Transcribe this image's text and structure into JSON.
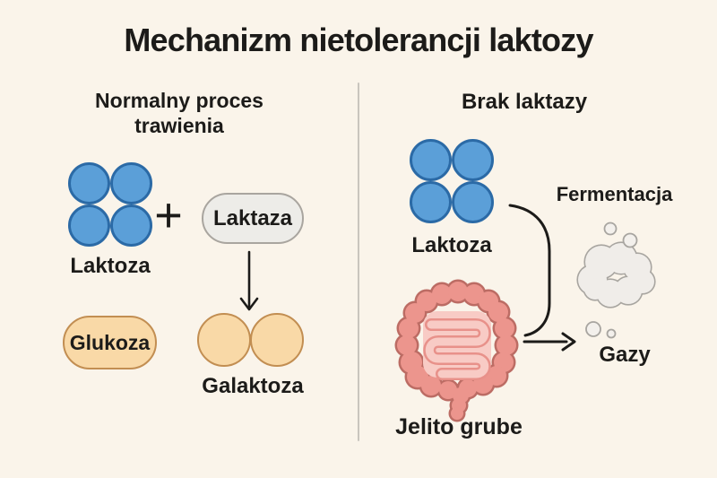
{
  "title": "Mechanizm nietolerancji laktozy",
  "plus_sign": "+",
  "left_panel": {
    "heading": "Normalny proces trawienia",
    "lactose_label": "Laktoza",
    "lactase_label": "Laktaza",
    "glucose_label": "Glukoza",
    "galactose_label": "Galaktoza"
  },
  "right_panel": {
    "heading": "Brak laktazy",
    "lactose_label": "Laktoza",
    "fermentation_label": "Fermentacja",
    "gases_label": "Gazy",
    "intestine_label": "Jelito grube"
  },
  "colors": {
    "background": "#FAF4EA",
    "text": "#1C1B19",
    "lactose_fill": "#5B9FD8",
    "lactose_border": "#2B6AA6",
    "enzyme_pill_fill": "#EDECE8",
    "enzyme_pill_border": "#A9A59F",
    "sugar_fill": "#F9D9A7",
    "sugar_border": "#C28E52",
    "intestine_fill": "#EC958D",
    "intestine_outline": "#BC6C64",
    "intestine_inner": "#F8CBC5",
    "cloud_fill": "#F0EDE9",
    "cloud_border": "#A8A5A0",
    "divider": "#C9C5BE"
  }
}
